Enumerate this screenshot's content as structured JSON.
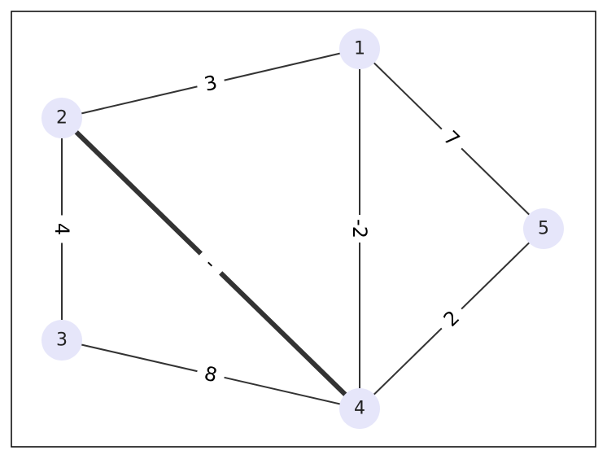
{
  "colors": {
    "node_fill": "#e6e6fa",
    "edge": "#333333",
    "frame": "#000000",
    "background": "#ffffff"
  },
  "nodes": [
    {
      "id": "1",
      "label": "1"
    },
    {
      "id": "2",
      "label": "2"
    },
    {
      "id": "3",
      "label": "3"
    },
    {
      "id": "4",
      "label": "4"
    },
    {
      "id": "5",
      "label": "5"
    }
  ],
  "edges": [
    {
      "source": "2",
      "target": "1",
      "label": "3",
      "bold": false
    },
    {
      "source": "1",
      "target": "5",
      "label": "7",
      "bold": false
    },
    {
      "source": "1",
      "target": "4",
      "label": "-2",
      "bold": false
    },
    {
      "source": "2",
      "target": "3",
      "label": "4",
      "bold": false
    },
    {
      "source": "2",
      "target": "4",
      "label": "-",
      "bold": true
    },
    {
      "source": "3",
      "target": "4",
      "label": "8",
      "bold": false
    },
    {
      "source": "4",
      "target": "5",
      "label": "2",
      "bold": false
    }
  ]
}
